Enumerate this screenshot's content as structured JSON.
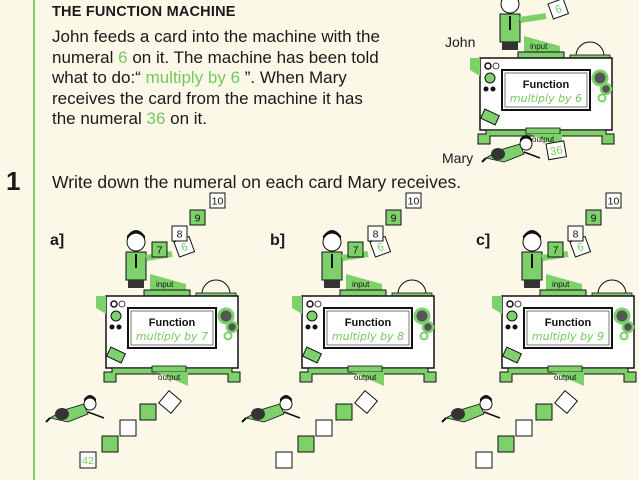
{
  "title": "THE FUNCTION MACHINE",
  "intro": {
    "part1": "John feeds a card into the machine with the numeral ",
    "input_value": "6",
    "part2": " on it. The machine has been told what to do:“ ",
    "instruction": "multiply by 6",
    "part3": " ”. When Mary receives the card from the machine it has the numeral ",
    "output_value": "36",
    "part4": " on it."
  },
  "example": {
    "john_label": "John",
    "mary_label": "Mary",
    "card_in": "6",
    "card_out": "36",
    "input_label": "input",
    "output_label": "output",
    "function_label": "Function",
    "rule": "multiply by 6"
  },
  "question": {
    "number": "1",
    "text": "Write down the numeral on each card Mary receives."
  },
  "colors": {
    "accent_green": "#7ed06a",
    "text_green": "#74c85e",
    "background": "#fbf8e8"
  },
  "exercises": [
    {
      "label": "a]",
      "rule": "multiply by 7",
      "card_in": "6",
      "queue": [
        "7",
        "8",
        "9",
        "10"
      ],
      "answers": [
        "42",
        "",
        "",
        "",
        ""
      ]
    },
    {
      "label": "b]",
      "rule": "multiply by 8",
      "card_in": "6",
      "queue": [
        "7",
        "8",
        "9",
        "10"
      ],
      "answers": [
        "",
        "",
        "",
        "",
        ""
      ]
    },
    {
      "label": "c]",
      "rule": "multiply by 9",
      "card_in": "6",
      "queue": [
        "7",
        "8",
        "9",
        "10"
      ],
      "answers": [
        "",
        "",
        "",
        "",
        ""
      ]
    }
  ],
  "machine": {
    "function_label": "Function",
    "input_label": "input",
    "output_label": "output"
  }
}
